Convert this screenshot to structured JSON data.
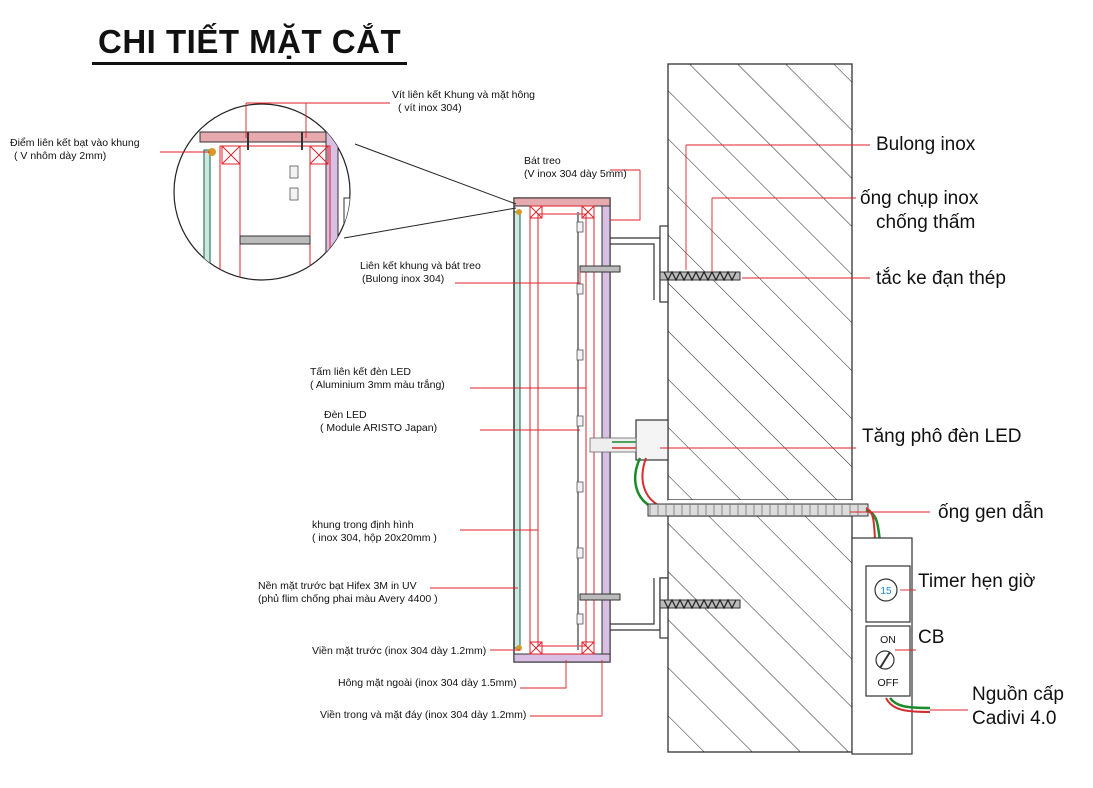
{
  "title": "CHI TIẾT MẶT CẮT",
  "labels": {
    "vit_1": "Vít liên kết Khung và mặt hông",
    "vit_2": "( vít inox 304)",
    "diem_1": "Điểm liên kết bạt vào khung",
    "diem_2": "( V nhôm dày 2mm)",
    "bat_1": "Bát treo",
    "bat_2": "(V inox 304 dày 5mm)",
    "lkkhung_1": "Liên kết khung và bát treo",
    "lkkhung_2": "(Bulong inox 304)",
    "tam_1": "Tấm liên kết đèn LED",
    "tam_2": "( Aluminium 3mm màu trắng)",
    "den_1": "Đèn LED",
    "den_2": "( Module ARISTO Japan)",
    "khung_1": "khung trong định hình",
    "khung_2": "( inox 304, hộp 20x20mm )",
    "nen_1": "Nền mặt trước  bạt Hifex 3M in UV",
    "nen_2": "(phủ flim chống phai màu Avery 4400 )",
    "vien_truoc": "Viền mặt trước (inox 304 dày 1.2mm)",
    "hong": "Hông mặt ngoài (inox 304 dày 1.5mm)",
    "vien_trong": "Viền trong và mặt đáy (inox 304 dày 1.2mm)",
    "bulong": "Bulong inox",
    "ongchup_1": "ống chụp inox",
    "ongchup_2": "chống thấm",
    "tacke": "tắc ke đạn thép",
    "tangpho": "Tăng phô đèn LED",
    "onggen": "ống gen dẫn",
    "timer": "Timer hẹn giờ",
    "cb": "CB",
    "nguon_1": "Nguồn cấp",
    "nguon_2": "Cadivi 4.0",
    "timer_value": "15",
    "on": "ON",
    "off": "OFF"
  },
  "colors": {
    "leader": "#e0202a",
    "frame_fill": "#d9bfe3",
    "frame_top": "#e6a9ae",
    "wall_hatch": "#222222",
    "glass": "#2e7d6b",
    "wire_green": "#1b8a2b",
    "wire_red": "#d32f2f"
  }
}
